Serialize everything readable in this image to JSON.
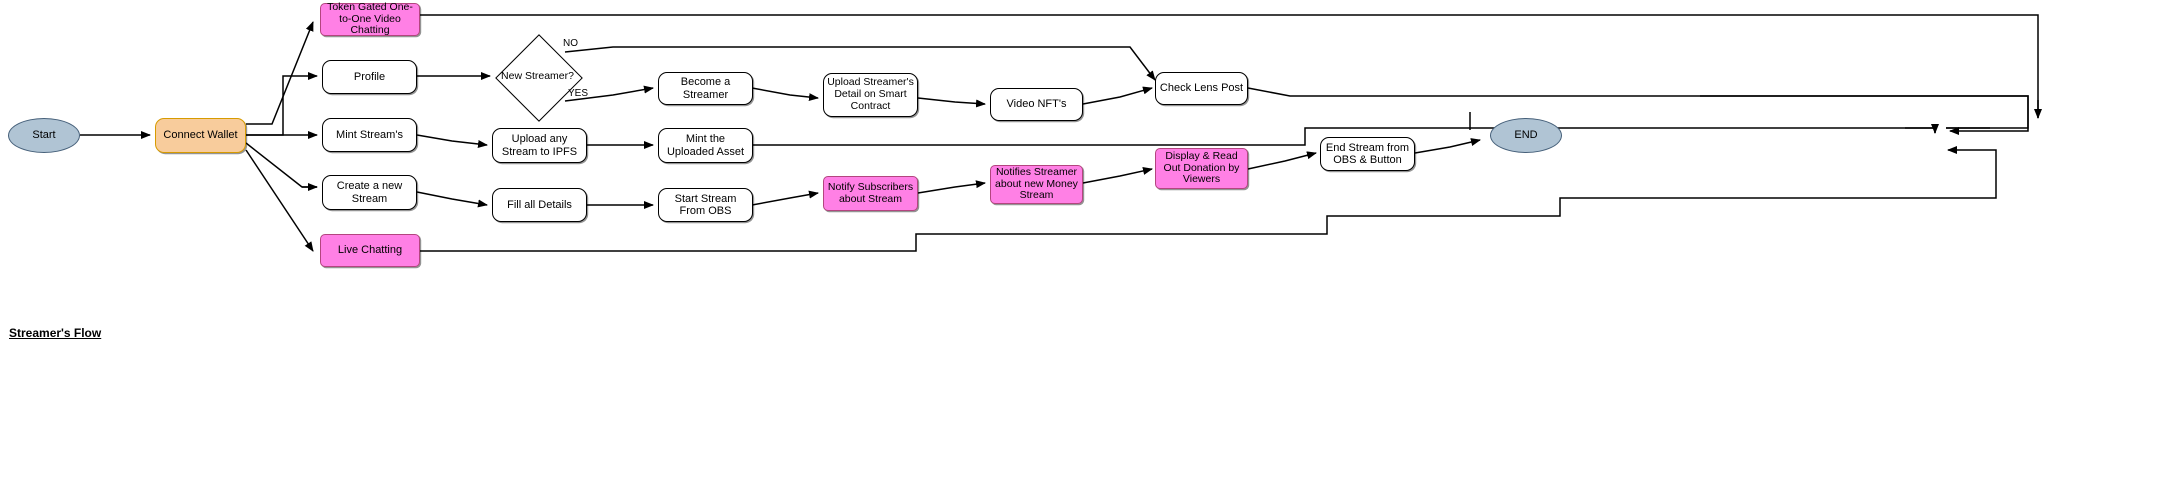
{
  "diagram": {
    "title": "Streamer's Flow",
    "colors": {
      "terminator_fill": "#b0c4d4",
      "terminator_stroke": "#46607a",
      "process_fill": "#ffffff",
      "process_stroke": "#000000",
      "highlight_fill": "#ff80e5",
      "highlight_stroke": "#b3457f",
      "action_fill": "#f8cc9c",
      "action_stroke": "#d79b00",
      "edge_stroke": "#000000"
    },
    "nodes": {
      "start": {
        "label": "Start",
        "shape": "ellipse"
      },
      "connect_wallet": {
        "label": "Connect Wallet",
        "shape": "rounded-rect"
      },
      "token_gated": {
        "label": "Token Gated One-to-One Video Chatting",
        "shape": "rect"
      },
      "profile": {
        "label": "Profile",
        "shape": "rounded-rect"
      },
      "mint_streams": {
        "label": "Mint Stream's",
        "shape": "rounded-rect"
      },
      "create_stream": {
        "label": "Create a new Stream",
        "shape": "rounded-rect"
      },
      "live_chatting": {
        "label": "Live Chatting",
        "shape": "rect"
      },
      "new_streamer": {
        "label": "New Streamer?",
        "shape": "diamond"
      },
      "upload_ipfs": {
        "label": "Upload any Stream to IPFS",
        "shape": "rounded-rect"
      },
      "fill_details": {
        "label": "Fill all Details",
        "shape": "rounded-rect"
      },
      "become_streamer": {
        "label": "Become a Streamer",
        "shape": "rounded-rect"
      },
      "mint_uploaded": {
        "label": "Mint the Uploaded Asset",
        "shape": "rounded-rect"
      },
      "start_stream_obs": {
        "label": "Start Stream From OBS",
        "shape": "rounded-rect"
      },
      "upload_detail": {
        "label": "Upload Streamer's Detail on Smart Contract",
        "shape": "rounded-rect"
      },
      "notify_subscribers": {
        "label": "Notify Subscribers about Stream",
        "shape": "rect"
      },
      "video_nfts": {
        "label": "Video NFT's",
        "shape": "rounded-rect"
      },
      "notifies_streamer": {
        "label": "Notifies Streamer about new Money Stream",
        "shape": "rect"
      },
      "check_lens": {
        "label": "Check Lens Post",
        "shape": "rounded-rect"
      },
      "display_donation": {
        "label": "Display & Read Out Donation by Viewers",
        "shape": "rect"
      },
      "end_stream": {
        "label": "End Stream from OBS & Button",
        "shape": "rounded-rect"
      },
      "end": {
        "label": "END",
        "shape": "ellipse"
      }
    },
    "edge_labels": {
      "no": "NO",
      "yes": "YES"
    }
  }
}
